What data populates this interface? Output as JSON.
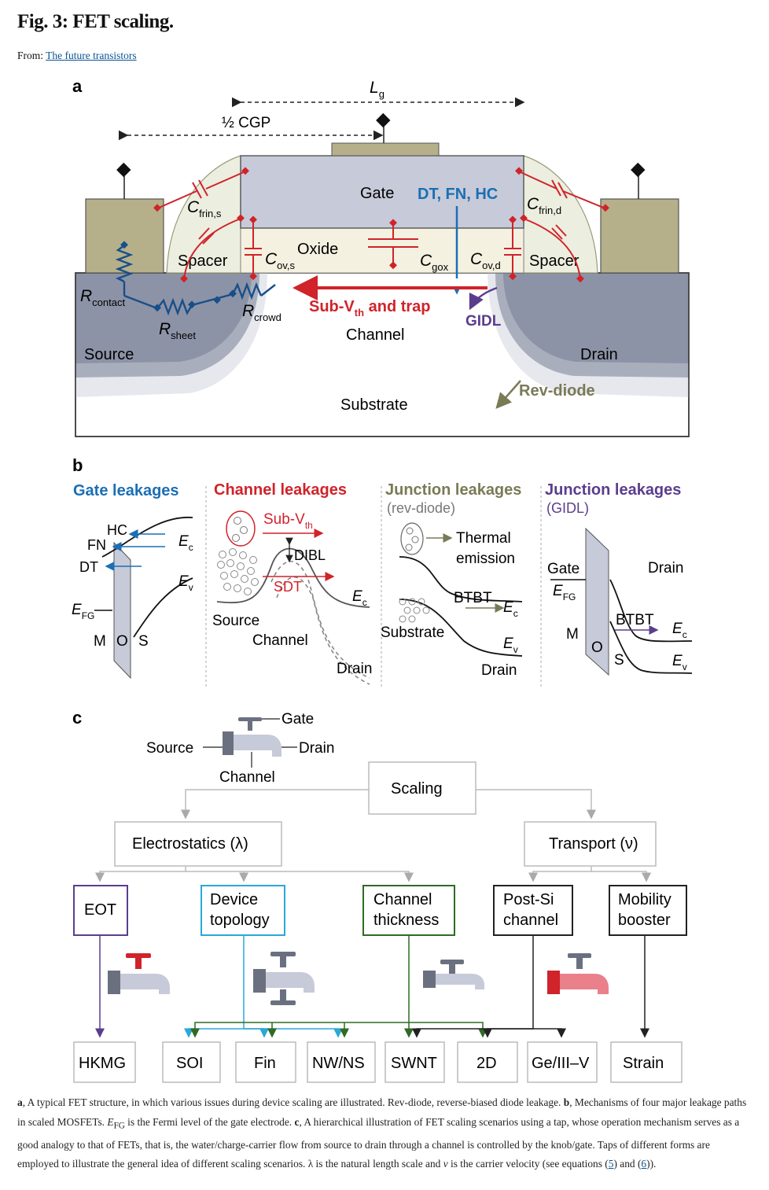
{
  "figure": {
    "title": "Fig. 3: FET scaling.",
    "from_label": "From:",
    "from_link": "The future transistors"
  },
  "panel_a": {
    "label": "a",
    "lg": "L",
    "lg_sub": "g",
    "half_cgp": "½ CGP",
    "gate": "Gate",
    "oxide": "Oxide",
    "spacer_left": "Spacer",
    "spacer_right": "Spacer",
    "dt_fn_hc": "DT, FN, HC",
    "cfrin_s": "C",
    "cfrin_s_sub": "frin,s",
    "cfrin_d": "C",
    "cfrin_d_sub": "frin,d",
    "cov_s": "C",
    "cov_s_sub": "ov,s",
    "cov_d": "C",
    "cov_d_sub": "ov,d",
    "cgox": "C",
    "cgox_sub": "gox",
    "rcontact": "R",
    "rcontact_sub": "contact",
    "rsheet": "R",
    "rsheet_sub": "sheet",
    "rcrowd": "R",
    "rcrowd_sub": "crowd",
    "subvth_a": "Sub-V",
    "subvth_sub": "th",
    "subvth_b": " and trap",
    "gidl": "GIDL",
    "channel": "Channel",
    "source": "Source",
    "drain": "Drain",
    "rev_diode": "Rev-diode",
    "substrate": "Substrate"
  },
  "panel_b": {
    "label": "b",
    "gate_leak": "Gate leakages",
    "hc": "HC",
    "fn": "FN",
    "dt": "DT",
    "ec": "E",
    "ec_sub": "c",
    "ev": "E",
    "ev_sub": "v",
    "efg": "E",
    "efg_sub": "FG",
    "m": "M",
    "o": "O",
    "s": "S",
    "chan_leak": "Channel leakages",
    "subvth": "Sub-V",
    "subvth_sub": "th",
    "dibl": "DIBL",
    "sdt": "SDT",
    "source": "Source",
    "channel": "Channel",
    "drain": "Drain",
    "junc_leak": "Junction leakages",
    "rev_diode": "(rev-diode)",
    "thermal": "Thermal",
    "emission": "emission",
    "btbt": "BTBT",
    "substrate": "Substrate",
    "junc_leak2": "Junction leakages",
    "gidl": "(GIDL)",
    "gate": "Gate"
  },
  "panel_c": {
    "label": "c",
    "tap_gate": "Gate",
    "tap_source": "Source",
    "tap_drain": "Drain",
    "tap_channel": "Channel",
    "scaling": "Scaling",
    "electrostatics": "Electrostatics (λ)",
    "transport": "Transport (ν)",
    "eot": "EOT",
    "device_topology_1": "Device",
    "device_topology_2": "topology",
    "channel_thickness_1": "Channel",
    "channel_thickness_2": "thickness",
    "post_si_1": "Post-Si",
    "post_si_2": "channel",
    "mobility_1": "Mobility",
    "mobility_2": "booster",
    "leaves": [
      "HKMG",
      "SOI",
      "Fin",
      "NW/NS",
      "SWNT",
      "2D",
      "Ge/III–V",
      "Strain"
    ]
  },
  "colors": {
    "blue": "#1a6fb5",
    "red": "#d0232a",
    "purple": "#5b3d8e",
    "olive": "#7a7a57",
    "green": "#2e6b24",
    "cyan": "#2aa8d8",
    "gate_fill": "#c7cad8",
    "contact_fill": "#b5b08a"
  },
  "caption": {
    "a_bold": "a",
    "a_text": ", A typical FET structure, in which various issues during device scaling are illustrated. Rev-diode, reverse-biased diode leakage. ",
    "b_bold": "b",
    "b_text": ", Mechanisms of four major leakage paths in scaled MOSFETs. ",
    "efg": "E",
    "efg_sub": "FG",
    "efg_text": " is the Fermi level of the gate electrode. ",
    "c_bold": "c",
    "c_text": ", A hierarchical illustration of FET scaling scenarios using a tap, whose operation mechanism serves as a good analogy to that of FETs, that is, the water/charge-carrier flow from source to drain through a channel is controlled by the knob/gate. Taps of different forms are employed to illustrate the general idea of different scaling scenarios. λ is the natural length scale and ",
    "v_text": "v",
    "v_rest": " is the carrier velocity (see equations (",
    "eq5": "5",
    "and": ") and (",
    "eq6": "6",
    "end": "))."
  }
}
